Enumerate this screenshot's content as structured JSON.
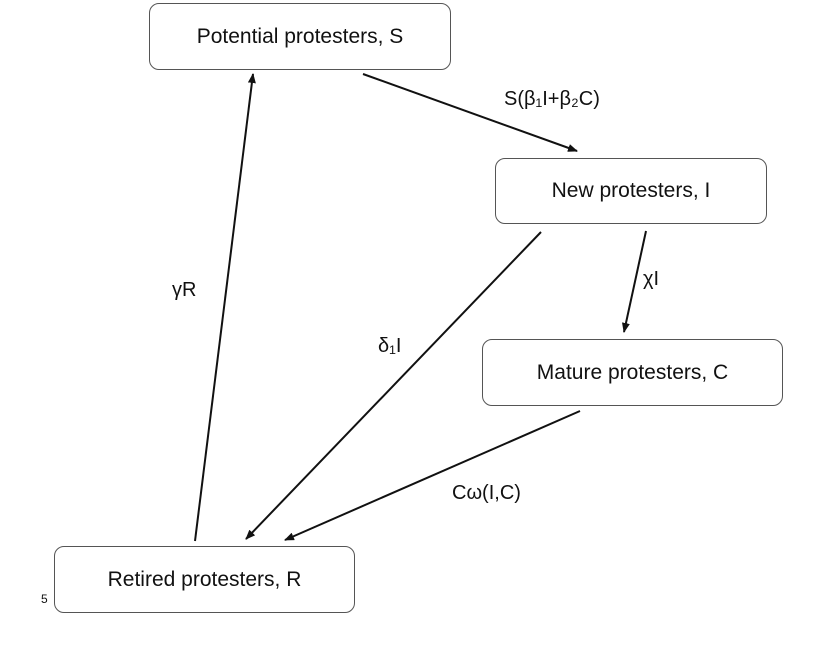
{
  "nodes": {
    "S": "Potential protesters, S",
    "I": "New protesters, I",
    "C": "Mature protesters, C",
    "R": "Retired protesters, R"
  },
  "edges": [
    {
      "from": "S",
      "to": "I",
      "label": "S(β₁I+β₂C)"
    },
    {
      "from": "I",
      "to": "C",
      "label": "χI"
    },
    {
      "from": "I",
      "to": "R",
      "label": "δ₁I"
    },
    {
      "from": "C",
      "to": "R",
      "label": "Cω(I,C)"
    },
    {
      "from": "R",
      "to": "S",
      "label": "γR"
    }
  ],
  "page_number": "5"
}
